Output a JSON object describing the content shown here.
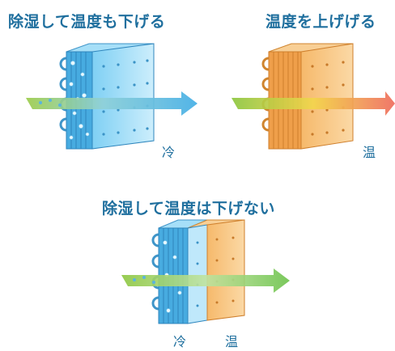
{
  "panels": [
    {
      "id": "cool",
      "title": "除湿して温度も下げる",
      "labels": [
        "冷"
      ]
    },
    {
      "id": "heat",
      "title": "温度を上げげる",
      "labels": [
        "温"
      ]
    },
    {
      "id": "reheat",
      "title": "除湿して温度は下げない",
      "labels": [
        "冷",
        "温"
      ]
    }
  ],
  "colors": {
    "title": "#1f6f9e",
    "cold_coil": "#6cc4ee",
    "hot_coil": "#f2ab5c",
    "air_in": "#8cc63f",
    "air_cool_out": "#4fb3e6",
    "air_hot_out": "#ef6b5c"
  }
}
